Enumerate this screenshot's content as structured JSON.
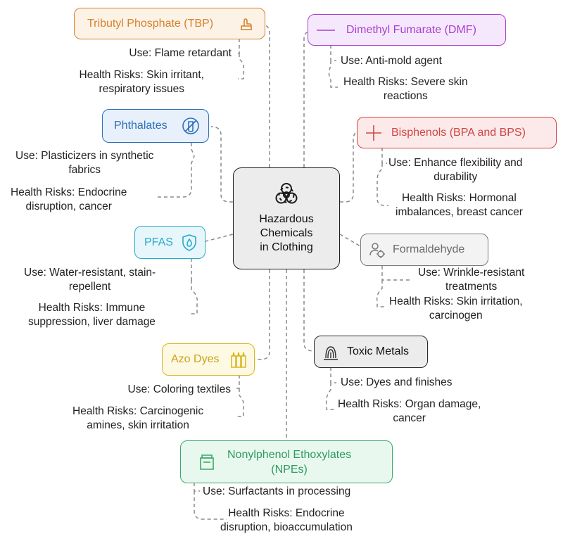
{
  "center": {
    "icon": "biohazard-icon",
    "title_lines": [
      "Hazardous",
      "Chemicals",
      "in Clothing"
    ]
  },
  "chemicals": [
    {
      "name": "Tributyl Phosphate (TBP)",
      "icon": "hand-icon",
      "color": "#d4822b",
      "fill": "#fdf2e6",
      "use": [
        "Use: Flame retardant"
      ],
      "risks": [
        "Health Risks: Skin irritant,",
        "respiratory issues"
      ]
    },
    {
      "name": "Dimethyl Fumarate (DMF)",
      "icon": "dash-line-icon",
      "color": "#a83fd1",
      "fill": "#f6e8fc",
      "use": [
        "Use: Anti-mold agent"
      ],
      "risks": [
        "Health Risks: Severe skin",
        "reactions"
      ]
    },
    {
      "name": "Phthalates",
      "icon": "no-plastic-icon",
      "color": "#2e6fb8",
      "fill": "#e7f0fb",
      "use": [
        "Use: Plasticizers in synthetic",
        "fabrics"
      ],
      "risks": [
        "Health Risks: Endocrine",
        "disruption, cancer"
      ]
    },
    {
      "name": "Bisphenols (BPA and BPS)",
      "icon": "cross-icon",
      "color": "#d14545",
      "fill": "#fce9e9",
      "use": [
        "Use: Enhance flexibility and",
        "durability"
      ],
      "risks": [
        "Health Risks: Hormonal",
        "imbalances, breast cancer"
      ]
    },
    {
      "name": "PFAS",
      "icon": "water-shield-icon",
      "color": "#2aa8c9",
      "fill": "#e6f6fb",
      "use": [
        "Use: Water-resistant, stain-",
        "repellent"
      ],
      "risks": [
        "Health Risks: Immune",
        "suppression, liver damage"
      ]
    },
    {
      "name": "Formaldehyde",
      "icon": "person-gear-icon",
      "color": "#7a7a7a",
      "fill": "#f3f3f3",
      "use": [
        "Use: Wrinkle-resistant",
        "treatments"
      ],
      "risks": [
        "Health Risks: Skin irritation,",
        "carcinogen"
      ]
    },
    {
      "name": "Azo Dyes",
      "icon": "paint-tubes-icon",
      "color": "#d9b51e",
      "fill": "#fdf9e3",
      "use": [
        "Use: Coloring textiles"
      ],
      "risks": [
        "Health Risks: Carcinogenic",
        "amines, skin irritation"
      ]
    },
    {
      "name": "Toxic Metals",
      "icon": "fingerprint-icon",
      "color": "#2b2b2b",
      "fill": "#ececec",
      "use": [
        "Use: Dyes and finishes"
      ],
      "risks": [
        "Health Risks: Organ damage,",
        "cancer"
      ]
    },
    {
      "name_lines": [
        "Nonylphenol Ethoxylates",
        "(NPEs)"
      ],
      "icon": "container-icon",
      "color": "#3aa86a",
      "fill": "#e8f8ee",
      "use": [
        "Use: Surfactants in processing"
      ],
      "risks": [
        "Health Risks: Endocrine",
        "disruption, bioaccumulation"
      ]
    }
  ]
}
